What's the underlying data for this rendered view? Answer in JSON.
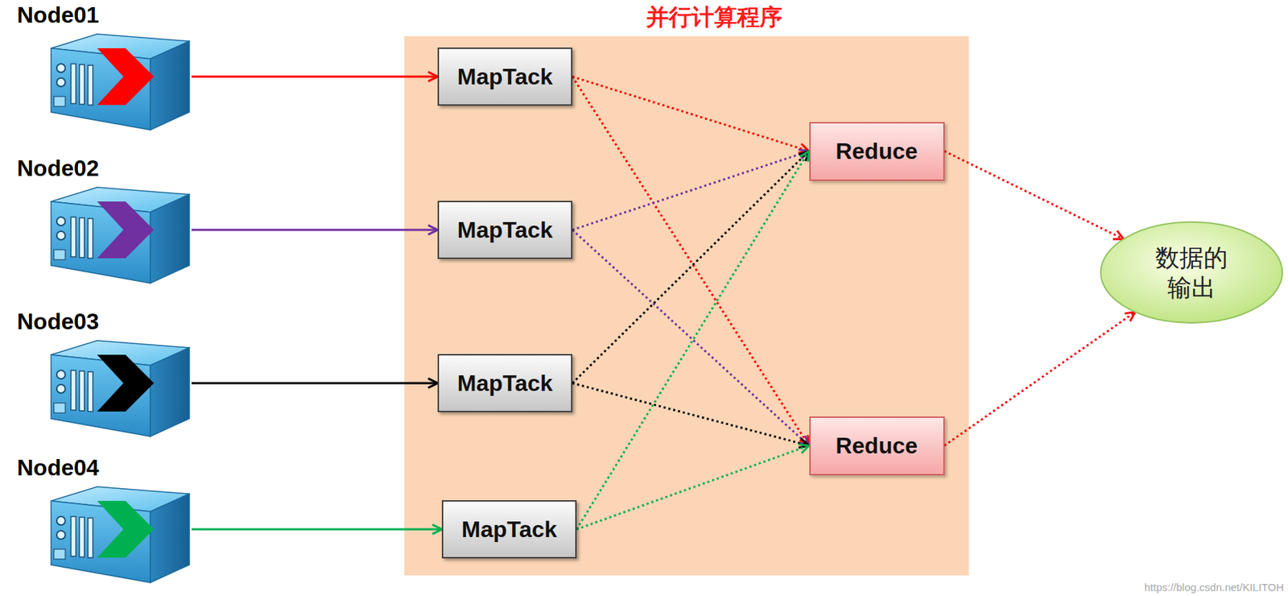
{
  "diagram": {
    "nodes": [
      {
        "text": [
          "Node01"
        ]
      },
      {
        "text": [
          "Node02"
        ]
      },
      {
        "text": [
          "Node03"
        ]
      },
      {
        "text": [
          "Node04"
        ]
      },
      {
        "text": [
          "并行计算程序"
        ]
      },
      {
        "text": [
          "MapTack"
        ],
        "in": 4
      },
      {
        "text": [
          "MapTack"
        ],
        "in": 4
      },
      {
        "text": [
          "MapTack"
        ],
        "in": 4
      },
      {
        "text": [
          "MapTack"
        ],
        "in": 4
      },
      {
        "text": [
          "Reduce"
        ],
        "in": 4
      },
      {
        "text": [
          "Reduce"
        ],
        "in": 4
      },
      {
        "text": [
          "数据的 输出"
        ]
      }
    ],
    "edges": [
      {
        "from": 0,
        "to": 5,
        "arrow": "to"
      },
      {
        "from": 1,
        "to": 6,
        "arrow": "to"
      },
      {
        "from": 2,
        "to": 7,
        "arrow": "to"
      },
      {
        "from": 3,
        "to": 8,
        "arrow": "to"
      },
      {
        "from": 5,
        "to": 9,
        "arrow": "to"
      },
      {
        "from": 5,
        "to": 10,
        "arrow": "to"
      },
      {
        "from": 6,
        "to": 9,
        "arrow": "to"
      },
      {
        "from": 6,
        "to": 10,
        "arrow": "to"
      },
      {
        "from": 7,
        "to": 9,
        "arrow": "to"
      },
      {
        "from": 7,
        "to": 10,
        "arrow": "to"
      },
      {
        "from": 8,
        "to": 9,
        "arrow": "to"
      },
      {
        "from": 8,
        "to": 10,
        "arrow": "to"
      },
      {
        "from": 9,
        "to": 11,
        "arrow": "to"
      },
      {
        "from": 10,
        "to": 11,
        "arrow": "to"
      }
    ],
    "labels": [
      "https://blog.csdn.net/KILITOH"
    ]
  }
}
